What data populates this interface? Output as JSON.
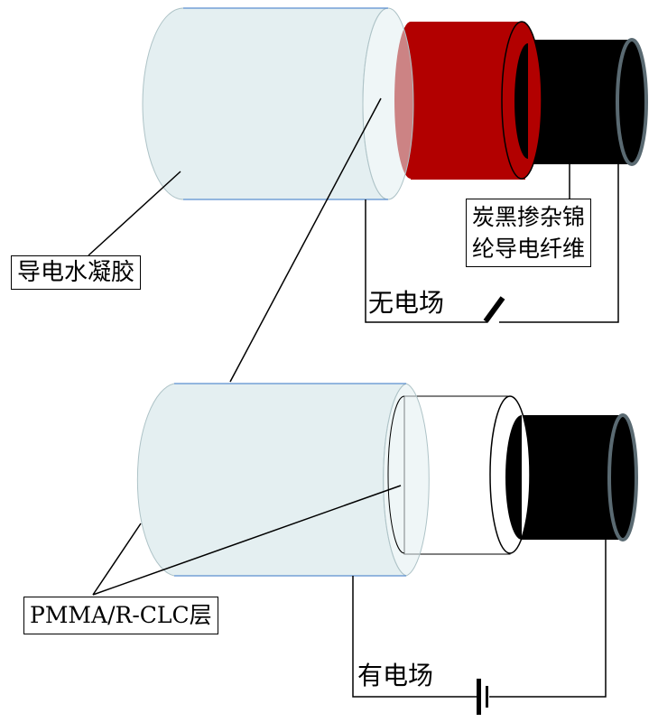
{
  "title": "Fiber device structure: no electric field vs. with electric field",
  "colors": {
    "hydrogel": "#e2eef0",
    "hydrogel_edge": "#aec3c7",
    "hydrogel_top_edge": "#5b8fd0",
    "red_layer": "#b20000",
    "white_layer": "#ffffff",
    "fiber_core": "#000000",
    "fiber_rim": "#5a6a72",
    "line": "#000000"
  },
  "labels": {
    "hydrogel": "导电水凝胶",
    "fiber": "炭黑掺杂锦\n纶导电纤维",
    "pmma_layer": "PMMA/R-CLC层",
    "no_field": "无电场",
    "with_field": "有电场"
  },
  "states": [
    {
      "name": "no-field",
      "layer_color": "red",
      "switch": "open"
    },
    {
      "name": "with-field",
      "layer_color": "white",
      "source": "battery"
    }
  ]
}
